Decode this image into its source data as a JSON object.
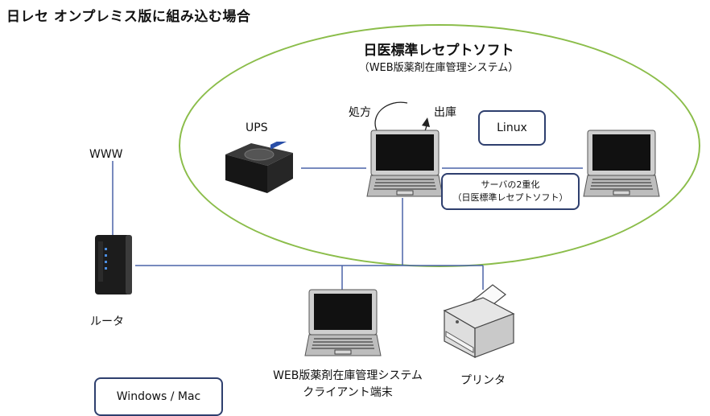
{
  "page_title": "日レセ オンプレミス版に組み込む場合",
  "system": {
    "title": "日医標準レセプトソフト",
    "subtitle": "（WEB版薬剤在庫管理システム）",
    "cycle_left": "処方",
    "cycle_right": "出庫"
  },
  "labels": {
    "ups": "UPS",
    "www": "WWW",
    "router": "ルータ",
    "printer": "プリンタ",
    "client_line1": "WEB版薬剤在庫管理システム",
    "client_line2": "クライアント端末"
  },
  "boxes": {
    "linux": "Linux",
    "redundancy_line1": "サーバの2重化",
    "redundancy_line2": "（日医標準レセプトソフト）",
    "client_os": "Windows / Mac"
  },
  "colors": {
    "ellipse": "#8bbd4a",
    "connection_line": "#4a63a8",
    "box_border": "#2e3f6e"
  }
}
